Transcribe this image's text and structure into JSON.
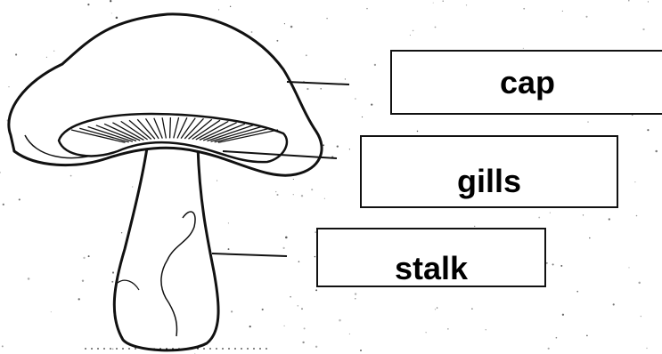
{
  "diagram": {
    "labels": {
      "cap": "cap",
      "gills": "gills",
      "stalk": "stalk"
    },
    "line_color": "#111111",
    "background_color": "#ffffff"
  }
}
